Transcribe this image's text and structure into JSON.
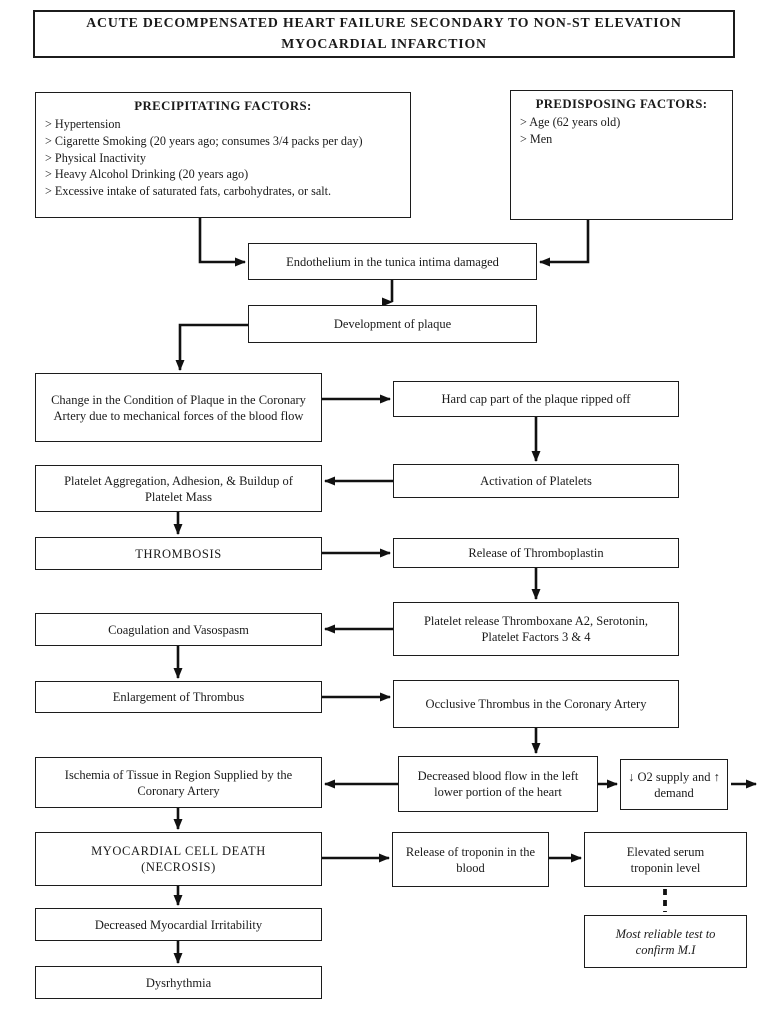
{
  "title": {
    "line1": "ACUTE DECOMPENSATED HEART FAILURE SECONDARY TO NON-ST ELEVATION",
    "line2": "MYOCARDIAL INFARCTION"
  },
  "precipitating": {
    "heading": "PRECIPITATING FACTORS:",
    "items": [
      "> Hypertension",
      "> Cigarette Smoking (20 years ago; consumes 3/4 packs per day)",
      "> Physical Inactivity",
      "> Heavy Alcohol Drinking (20 years ago)",
      "> Excessive intake of saturated fats, carbohydrates, or salt."
    ]
  },
  "predisposing": {
    "heading": "PREDISPOSING FACTORS:",
    "items": [
      "> Age (62 years old)",
      "> Men"
    ]
  },
  "nodes": {
    "endothelium": "Endothelium in the tunica intima damaged",
    "plaque": "Development of plaque",
    "change_condition": "Change in the Condition of Plaque in the Coronary Artery due to mechanical forces of the blood flow",
    "hard_cap": "Hard cap part of the plaque ripped off",
    "platelet_aggregation": "Platelet Aggregation, Adhesion, & Buildup of Platelet Mass",
    "activation": "Activation of Platelets",
    "thrombosis": "THROMBOSIS",
    "thromboplastin": "Release of Thromboplastin",
    "coagulation": "Coagulation and Vasospasm",
    "thromboxane": "Platelet release Thromboxane A2, Serotonin, Platelet Factors 3 & 4",
    "enlargement": "Enlargement of Thrombus",
    "occlusive": "Occlusive Thrombus in the Coronary Artery",
    "ischemia": "Ischemia of Tissue in Region Supplied by the Coronary Artery",
    "decreased_flow": "Decreased blood flow in the left lower portion of the heart",
    "o2": "↓ O2 supply and ↑ demand",
    "cell_death": "MYOCARDIAL CELL DEATH (NECROSIS)",
    "troponin_release": "Release of troponin in the blood",
    "troponin_level": "Elevated serum troponin level",
    "irritability": "Decreased Myocardial Irritability",
    "dysrhythmia": "Dysrhythmia",
    "reliable_test": "Most reliable test to confirm M.I"
  },
  "colors": {
    "background": "#ffffff",
    "box_border": "#1c1c1c",
    "line": "#111111",
    "text": "#1a1a1a"
  }
}
